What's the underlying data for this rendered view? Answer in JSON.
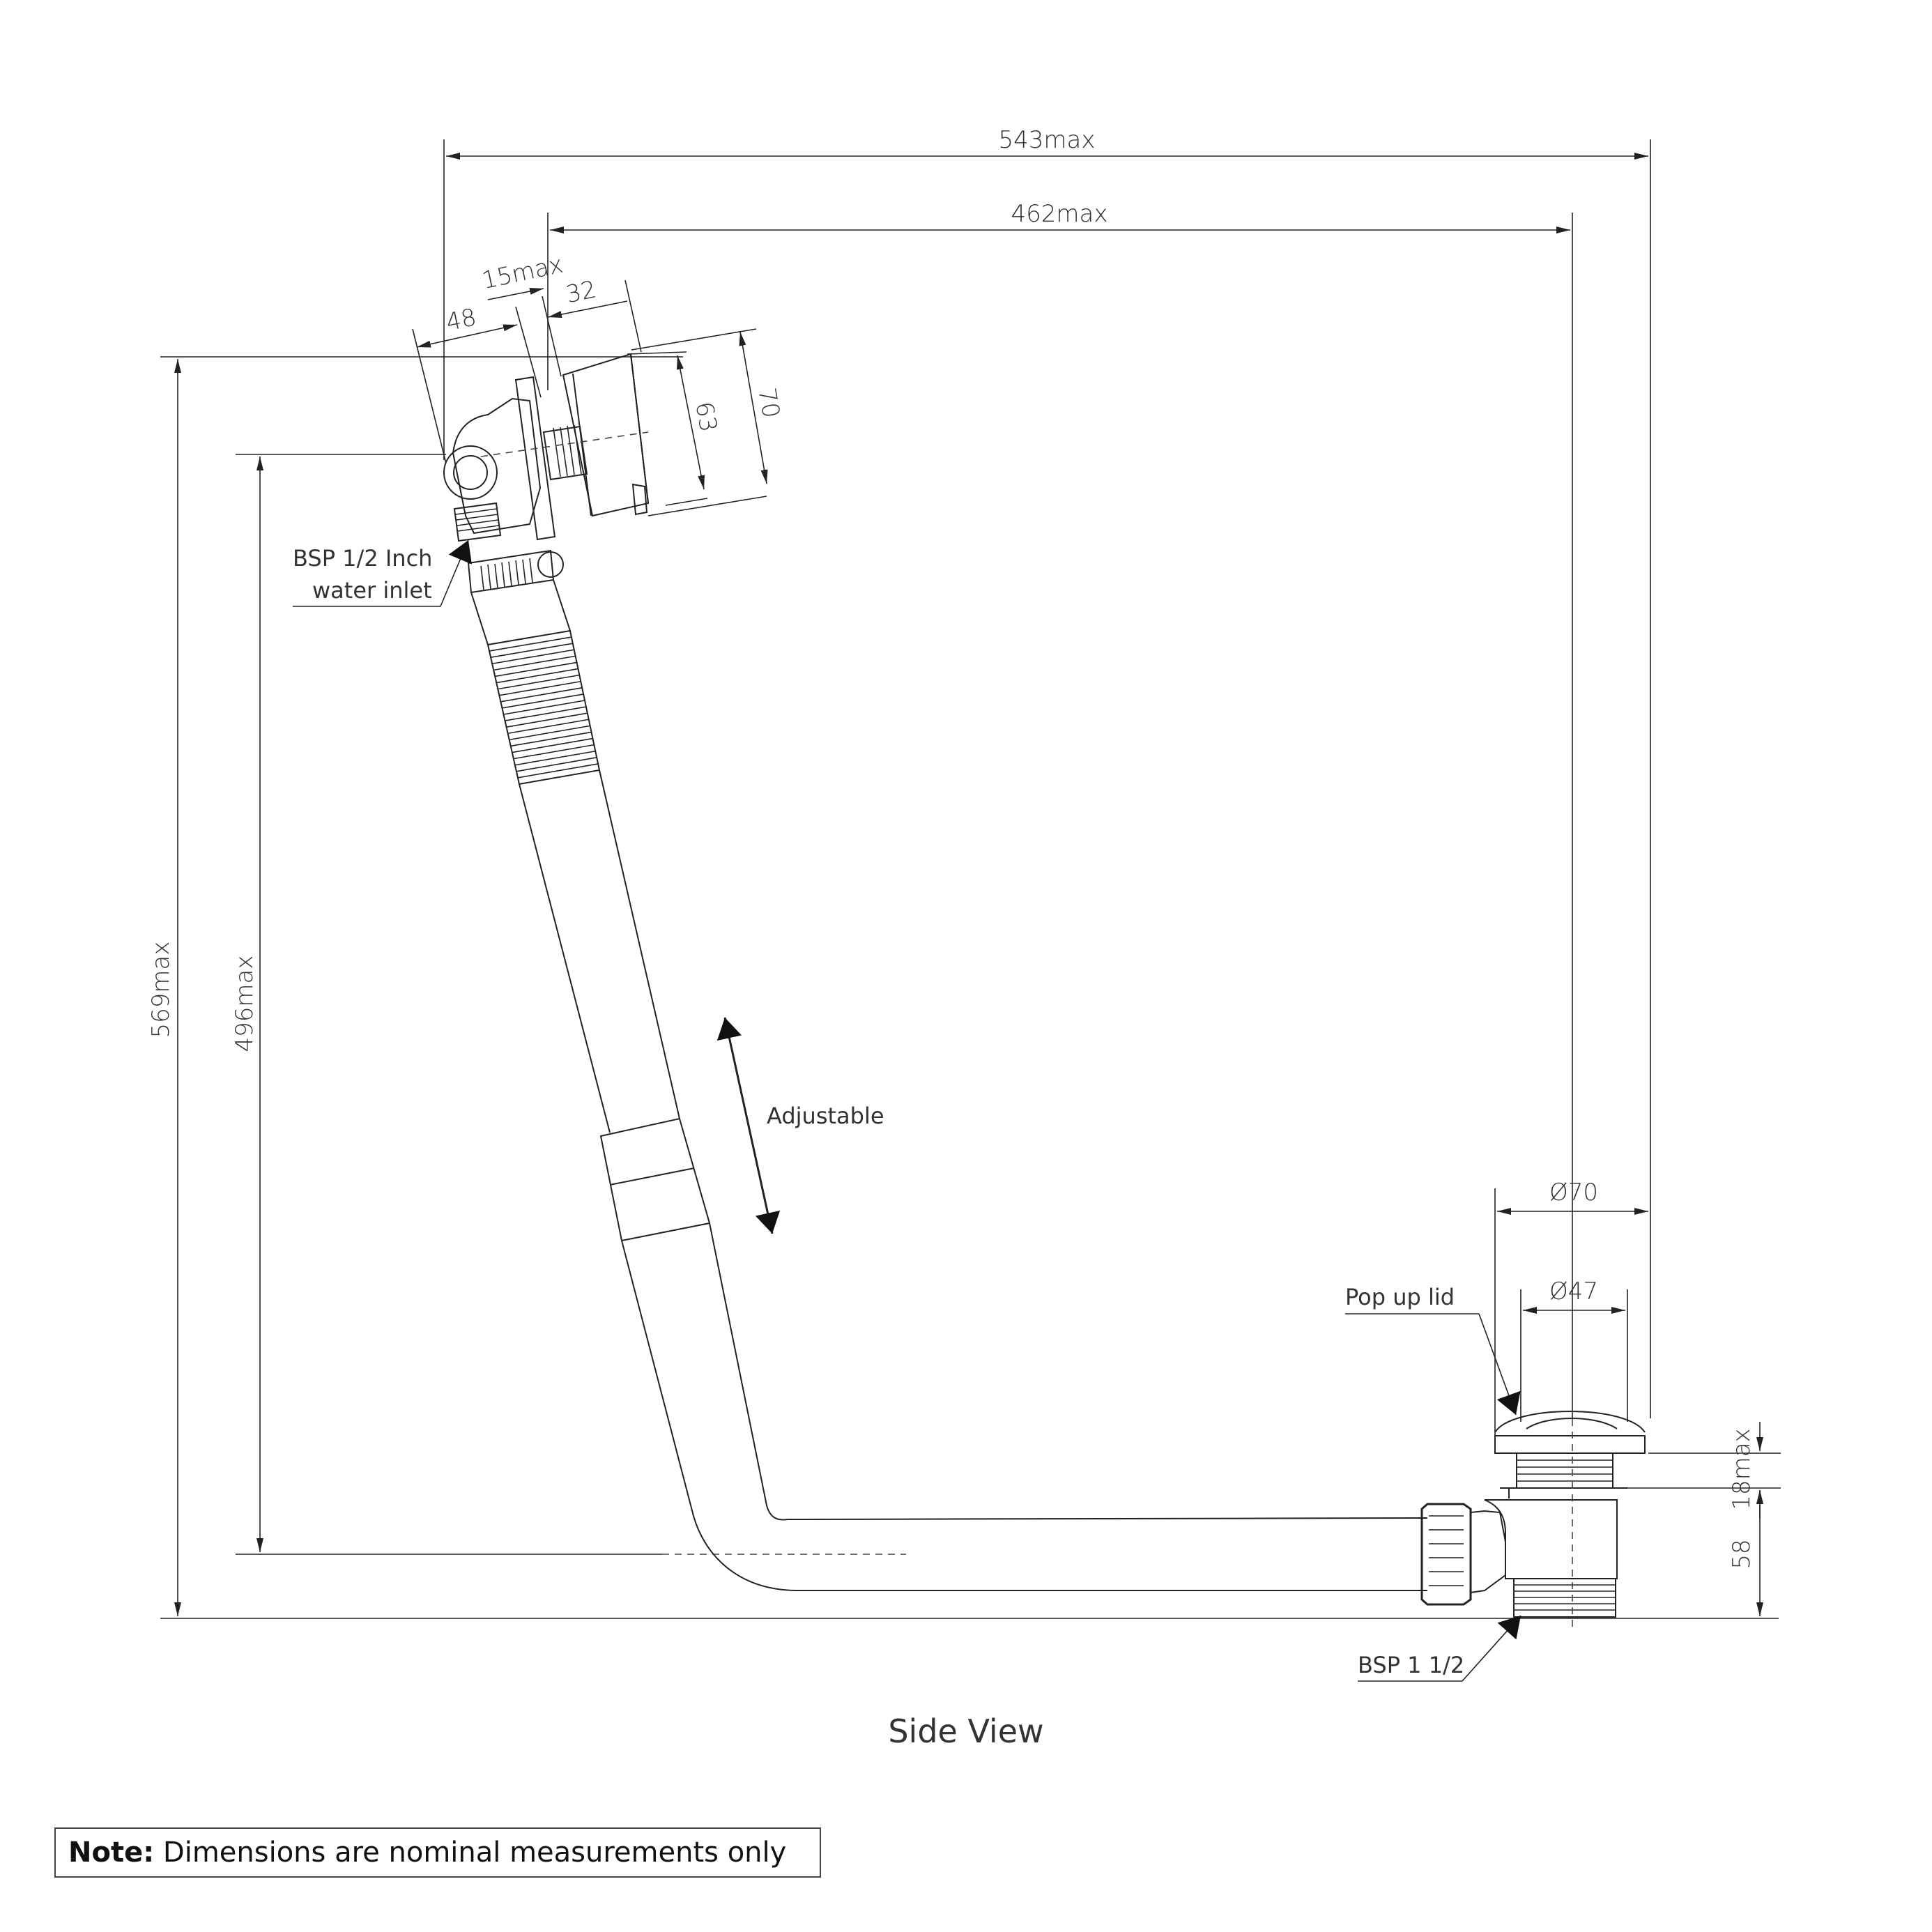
{
  "title": "Side View",
  "note": {
    "prefix": "Note:",
    "text": " Dimensions are nominal measurements only"
  },
  "labels": {
    "water_inlet_line1": "BSP 1/2 Inch",
    "water_inlet_line2": "water inlet",
    "adjustable": "Adjustable",
    "pop_up_lid": "Pop up lid",
    "waste_thread": "BSP 1 1/2"
  },
  "dimensions": {
    "overall_width": "543max",
    "centres_width": "462max",
    "overflow_48": "48",
    "wall_15": "15max",
    "overflow_32": "32",
    "overflow_63": "63",
    "overflow_70": "70",
    "overall_height": "569max",
    "centres_height": "496max",
    "waste_dia_70": "Ø70",
    "waste_dia_47": "Ø47",
    "lid_18": "18max",
    "waste_58": "58"
  },
  "colors": {
    "line": "#222222",
    "background": "#ffffff"
  }
}
